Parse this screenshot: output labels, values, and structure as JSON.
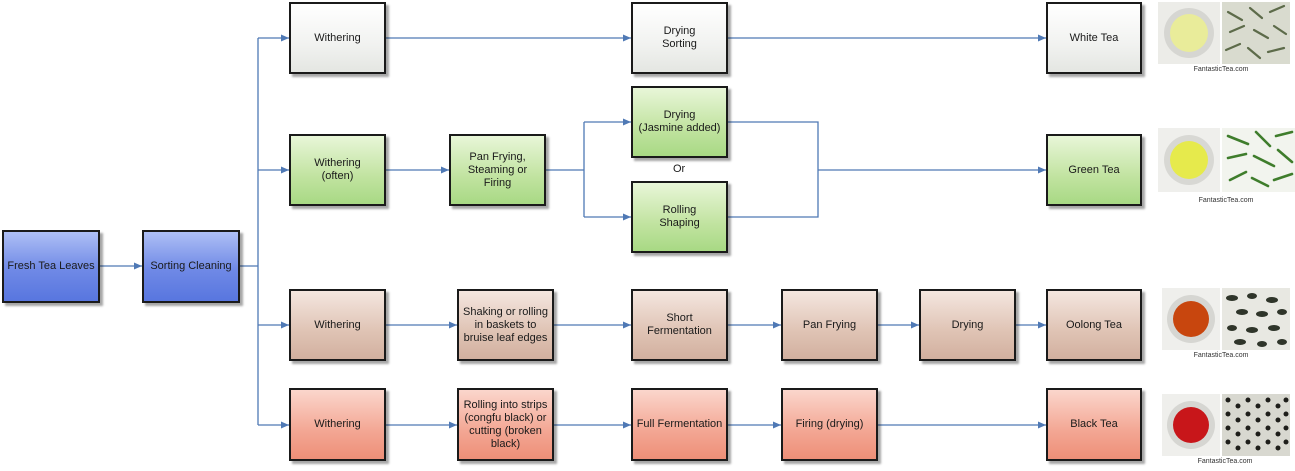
{
  "nodes": {
    "fresh": "Fresh Tea Leaves",
    "sorting": "Sorting Cleaning",
    "w_with": "Withering",
    "w_dry": "Drying\nSorting",
    "w_out": "White Tea",
    "g_with": "Withering\n(often)",
    "g_pan": "Pan Frying,\nSteaming or Firing",
    "g_dry": "Drying\n(Jasmine added)",
    "g_roll": "Rolling\nShaping",
    "g_out": "Green Tea",
    "o_with": "Withering",
    "o_shake": "Shaking or rolling\nin baskets to\nbruise leaf edges",
    "o_short": "Short\nFermentation",
    "o_pan": "Pan Frying",
    "o_dry": "Drying",
    "o_out": "Oolong Tea",
    "b_with": "Withering",
    "b_roll": "Rolling into strips\n(congfu black) or\ncutting (broken\nblack)",
    "b_full": "Full Fermentation",
    "b_fire": "Firing (drying)",
    "b_out": "Black Tea"
  },
  "or_label": "Or",
  "credit": "FantasticTea.com",
  "colors": {
    "arrow": "#4f79b5",
    "white_liquor": "#e9ec9a",
    "green_liquor": "#e6ea4c",
    "oolong_liquor": "#c8460e",
    "black_liquor": "#c8161a"
  },
  "icons": {
    "white": "white-tea-cup-and-leaves",
    "green": "green-tea-cup-and-leaves",
    "oolong": "oolong-tea-cup-and-leaves",
    "black": "black-tea-cup-and-leaves"
  }
}
